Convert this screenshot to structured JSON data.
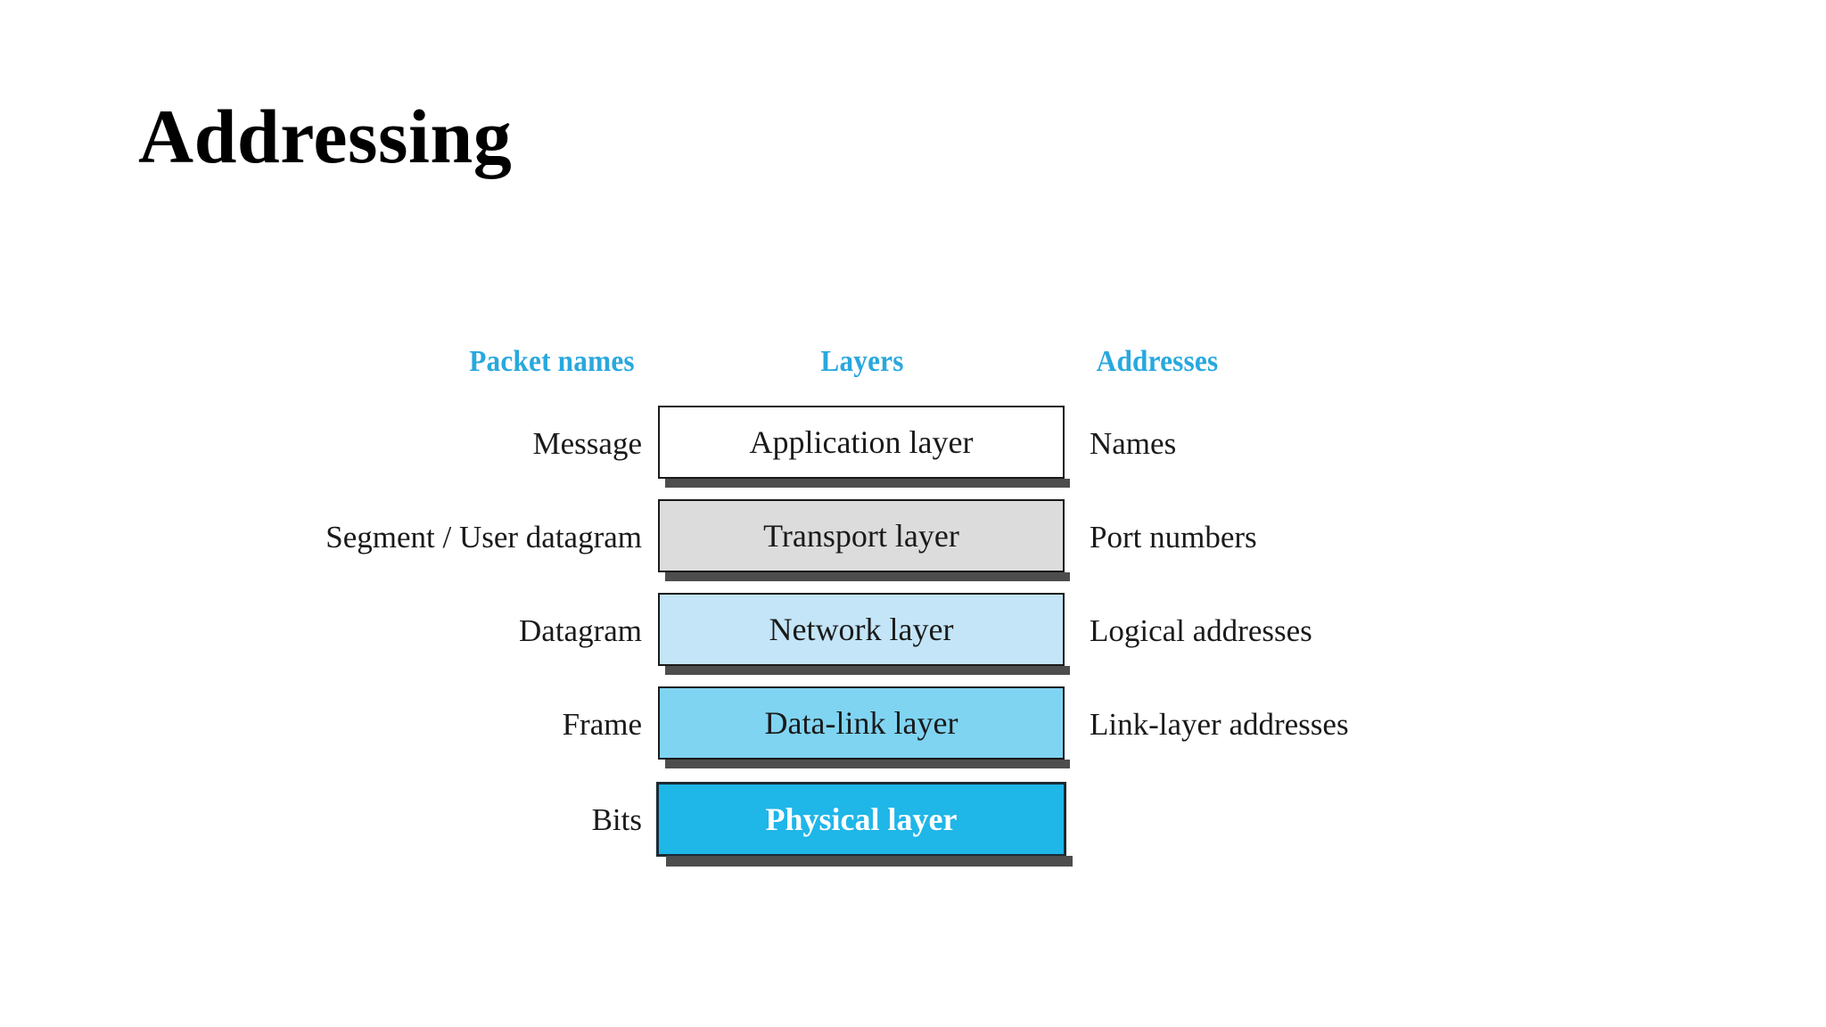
{
  "slide": {
    "title": "Addressing",
    "background_color": "#ffffff"
  },
  "diagram": {
    "name": "TCP/IP layers, packet names and addresses",
    "heading_color": "#29a8de",
    "headings": {
      "packet_names": "Packet names",
      "layers": "Layers",
      "addresses": "Addresses"
    },
    "rows": [
      {
        "packet_name": "Message",
        "layer": "Application layer",
        "address": "Names",
        "box_color": "#ffffff",
        "text_color": "#1a1a1a"
      },
      {
        "packet_name": "Segment / User datagram",
        "layer": "Transport layer",
        "address": "Port numbers",
        "box_color": "#dcdcdc",
        "text_color": "#1a1a1a"
      },
      {
        "packet_name": "Datagram",
        "layer": "Network layer",
        "address": "Logical addresses",
        "box_color": "#c3e5f7",
        "text_color": "#1a1a1a"
      },
      {
        "packet_name": "Frame",
        "layer": "Data-link layer",
        "address": "Link-layer addresses",
        "box_color": "#7fd4f2",
        "text_color": "#1a1a1a"
      },
      {
        "packet_name": "Bits",
        "layer": "Physical layer",
        "address": "",
        "box_color": "#1fb6e8",
        "text_color": "#ffffff"
      }
    ]
  }
}
